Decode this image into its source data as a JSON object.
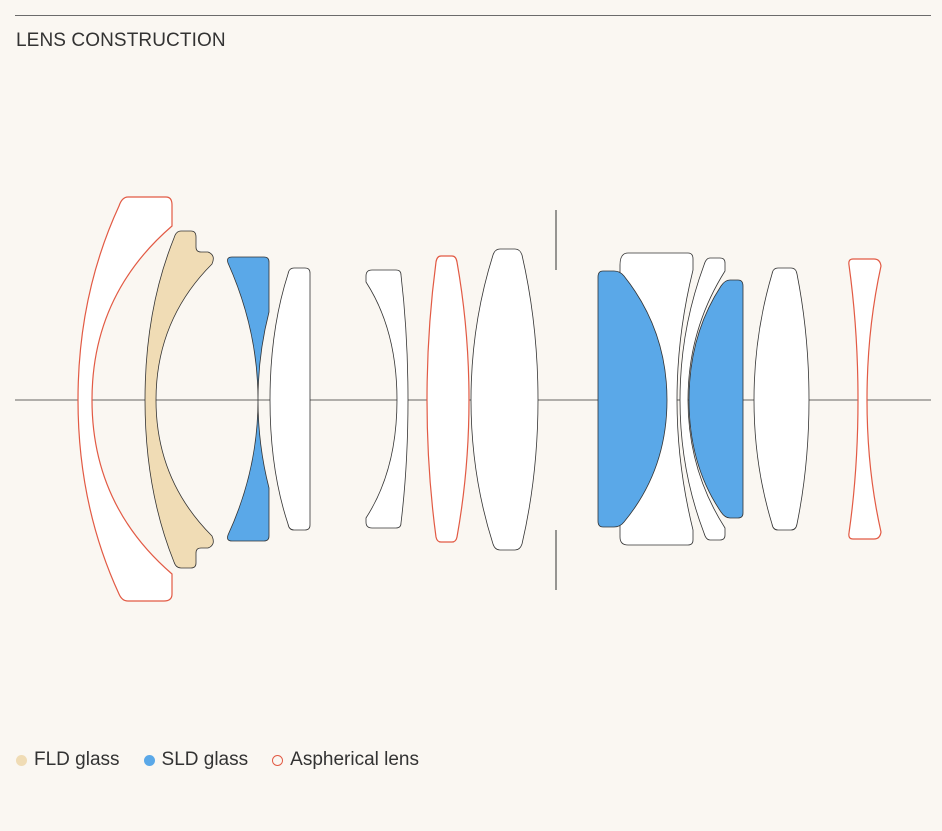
{
  "section_title": "LENS CONSTRUCTION",
  "colors": {
    "fld": "#f0dcb5",
    "sld": "#5aa8e8",
    "aspherical": "#e25a44",
    "outline": "#333333",
    "background": "#faf7f2"
  },
  "legend": [
    {
      "label": "FLD glass",
      "swatch": "fld-fill"
    },
    {
      "label": "SLD glass",
      "swatch": "sld-fill"
    },
    {
      "label": "Aspherical lens",
      "swatch": "aspherical-outline"
    }
  ]
}
